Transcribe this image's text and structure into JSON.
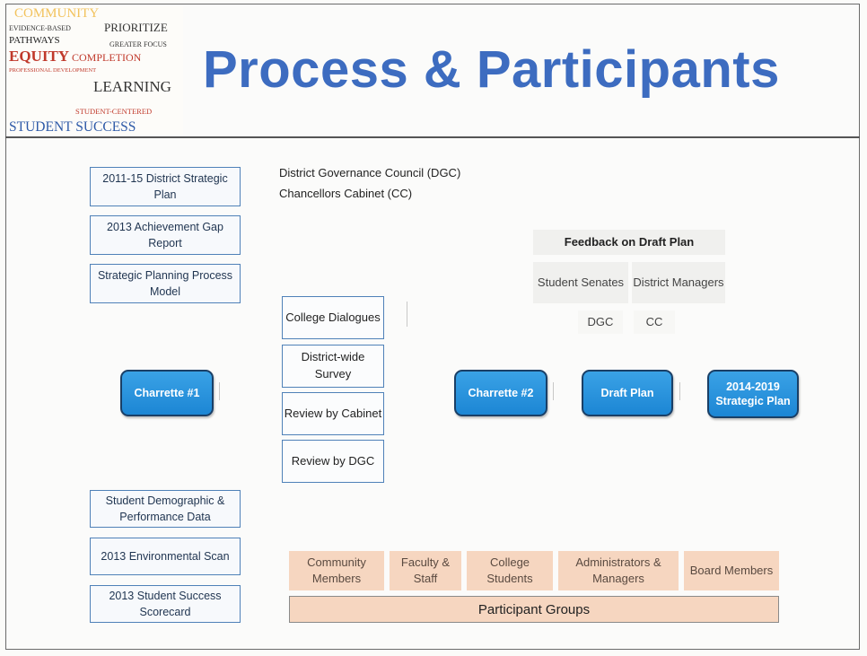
{
  "title": "Process & Participants",
  "word_cloud": [
    "COMMUNITY",
    "EVIDENCE-BASED",
    "PRIORITIZE",
    "PATHWAYS",
    "GREATER FOCUS",
    "EQUITY",
    "COMPLETION",
    "PROFESSIONAL DEVELOPMENT",
    "LEARNING",
    "STUDENT-CENTERED",
    "STUDENT SUCCESS"
  ],
  "governance": [
    "District Governance Council (DGC)",
    "Chancellors Cabinet (CC)"
  ],
  "inputs_top": [
    "2011-15 District Strategic Plan",
    "2013 Achievement Gap Report",
    "Strategic Planning Process Model"
  ],
  "inputs_bottom": [
    "Student Demographic & Performance Data",
    "2013 Environmental Scan",
    "2013 Student Success Scorecard"
  ],
  "steps": [
    "College Dialogues",
    "District-wide Survey",
    "Review by Cabinet",
    "Review by DGC"
  ],
  "milestones": [
    "Charrette #1",
    "Charrette #2",
    "Draft Plan",
    "2014-2019 Strategic Plan"
  ],
  "feedback": {
    "title": "Feedback on Draft Plan",
    "groups": [
      "Student Senates",
      "District Managers"
    ],
    "bodies": [
      "DGC",
      "CC"
    ]
  },
  "participants": {
    "groups": [
      "Community Members",
      "Faculty & Staff",
      "College Students",
      "Administrators & Managers",
      "Board Members"
    ],
    "label": "Participant Groups"
  },
  "colors": {
    "title": "#3d6cc0",
    "milestone": "#1c86d4",
    "box_border": "#4f81b8",
    "participant_fill": "#f6d6c0",
    "feedback_fill": "#f0f0ee"
  }
}
